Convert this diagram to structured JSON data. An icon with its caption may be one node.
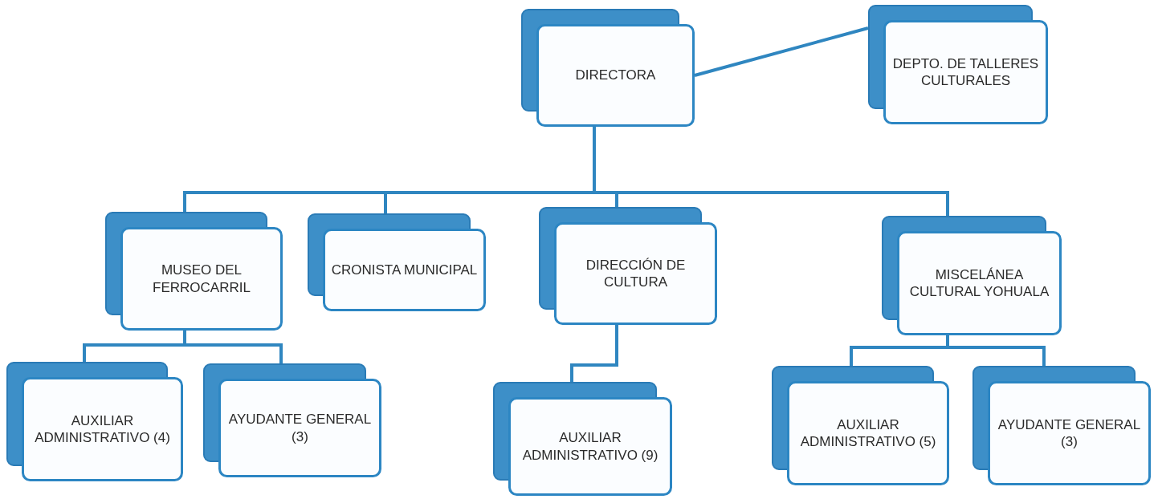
{
  "diagram": {
    "nodes": [
      {
        "text": [
          "DIRECTORA"
        ]
      },
      {
        "text": [
          "DEPTO. DE TALLERES CULTURALES"
        ]
      },
      {
        "text": [
          "MUSEO DEL FERROCARRIL"
        ]
      },
      {
        "text": [
          "CRONISTA MUNICIPAL"
        ]
      },
      {
        "text": [
          "DIRECCIÓN DE CULTURA"
        ]
      },
      {
        "text": [
          "MISCELÁNEA CULTURAL YOHUALA"
        ]
      },
      {
        "text": [
          "AUXILIAR ADMINISTRATIVO (4)"
        ]
      },
      {
        "text": [
          "AYUDANTE GENERAL (3)"
        ]
      },
      {
        "text": [
          "AUXILIAR ADMINISTRATIVO (9)"
        ]
      },
      {
        "text": [
          "AUXILIAR ADMINISTRATIVO (5)"
        ]
      },
      {
        "text": [
          "AYUDANTE GENERAL (3)"
        ]
      }
    ],
    "edges": [
      {
        "from": 0,
        "to": 1,
        "arrow": "none"
      },
      {
        "from": 0,
        "to": 2,
        "arrow": "none"
      },
      {
        "from": 0,
        "to": 3,
        "arrow": "none"
      },
      {
        "from": 0,
        "to": 4,
        "arrow": "none"
      },
      {
        "from": 0,
        "to": 5,
        "arrow": "none"
      },
      {
        "from": 2,
        "to": 6,
        "arrow": "none"
      },
      {
        "from": 2,
        "to": 7,
        "arrow": "none"
      },
      {
        "from": 4,
        "to": 8,
        "arrow": "none"
      },
      {
        "from": 5,
        "to": 9,
        "arrow": "none"
      },
      {
        "from": 5,
        "to": 10,
        "arrow": "none"
      }
    ]
  }
}
